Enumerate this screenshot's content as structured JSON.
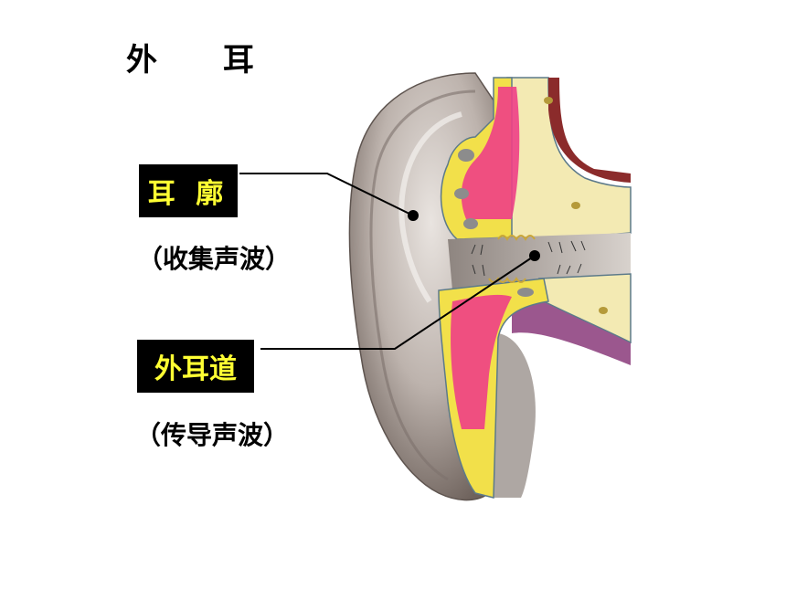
{
  "title": "外 耳",
  "labels": {
    "pinna": "耳 廓",
    "canal": "外耳道"
  },
  "notes": {
    "pinna": "（收集声波）",
    "canal": "（传导声波）"
  },
  "colors": {
    "label_bg": "#000000",
    "label_text": "#ffff33",
    "skin": "#bdb3ad",
    "cartilage": "#f2e04a",
    "bone": "#f3eab3",
    "tissue_pink": "#ee3f86",
    "muscle_purple": "#8a3a7a"
  }
}
